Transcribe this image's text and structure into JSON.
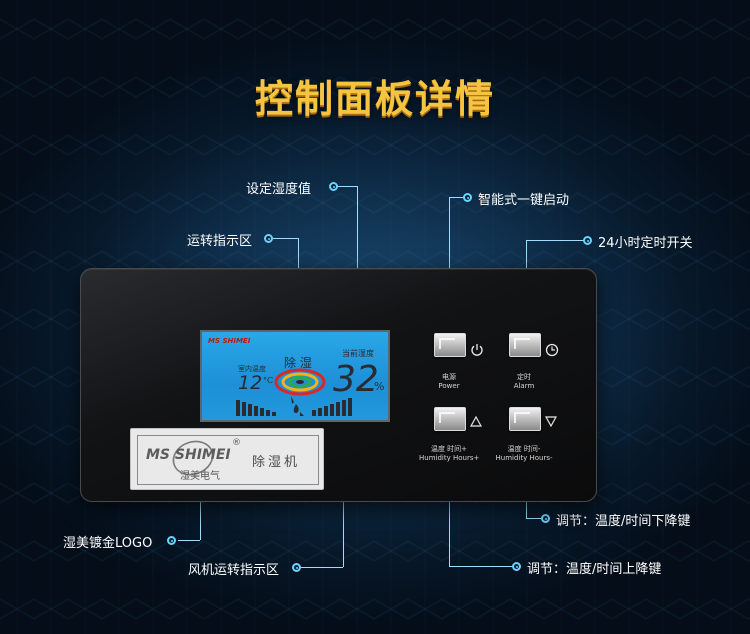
{
  "title": "控制面板详情",
  "callouts": {
    "set_humidity": "设定湿度值",
    "run_indicator": "运转指示区",
    "one_key_start": "智能式一键启动",
    "timer_24h": "24小时定时开关",
    "logo": "湿美镀金LOGO",
    "fan_indicator": "风机运转指示区",
    "down_key": "调节：温度/时间下降键",
    "up_key": "调节：温度/时间上降键"
  },
  "lcd": {
    "brand": "MS SHIMEI",
    "mode": "除 湿",
    "room_temp_label": "室内温度",
    "current_humidity_label": "当前湿度",
    "temperature": "12",
    "temp_unit": "°C",
    "humidity": "32",
    "humidity_unit": "%"
  },
  "logo": {
    "brand": "MS SHIMEI",
    "registered": "®",
    "company": "湿美电气",
    "product": "除湿机"
  },
  "buttons": {
    "power": {
      "cn": "电源",
      "en": "Power",
      "icon": "power-icon"
    },
    "alarm": {
      "cn": "定时",
      "en": "Alarm",
      "icon": "clock-icon"
    },
    "up": {
      "cn": "温度  时间+",
      "en": "Humidity Hours+",
      "icon": "triangle-up-icon"
    },
    "down": {
      "cn": "温度  时间-",
      "en": "Humidity Hours-",
      "icon": "triangle-down-icon"
    }
  },
  "colors": {
    "title": "#f5c542",
    "callout_dot": "#6bd3ff",
    "lcd": "#1d8fd6"
  }
}
